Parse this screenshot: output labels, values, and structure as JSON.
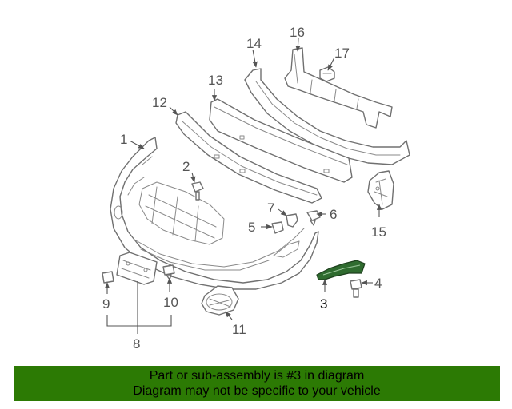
{
  "callouts": {
    "c1": "1",
    "c2": "2",
    "c3": "3",
    "c4": "4",
    "c5": "5",
    "c6": "6",
    "c7": "7",
    "c8": "8",
    "c9": "9",
    "c10": "10",
    "c11": "11",
    "c12": "12",
    "c13": "13",
    "c14": "14",
    "c15": "15",
    "c16": "16",
    "c17": "17"
  },
  "highlight_color": "#2c7a04",
  "banner": {
    "line1": "Part or sub-assembly is #3 in diagram",
    "line2": "Diagram may not be specific to your vehicle"
  }
}
